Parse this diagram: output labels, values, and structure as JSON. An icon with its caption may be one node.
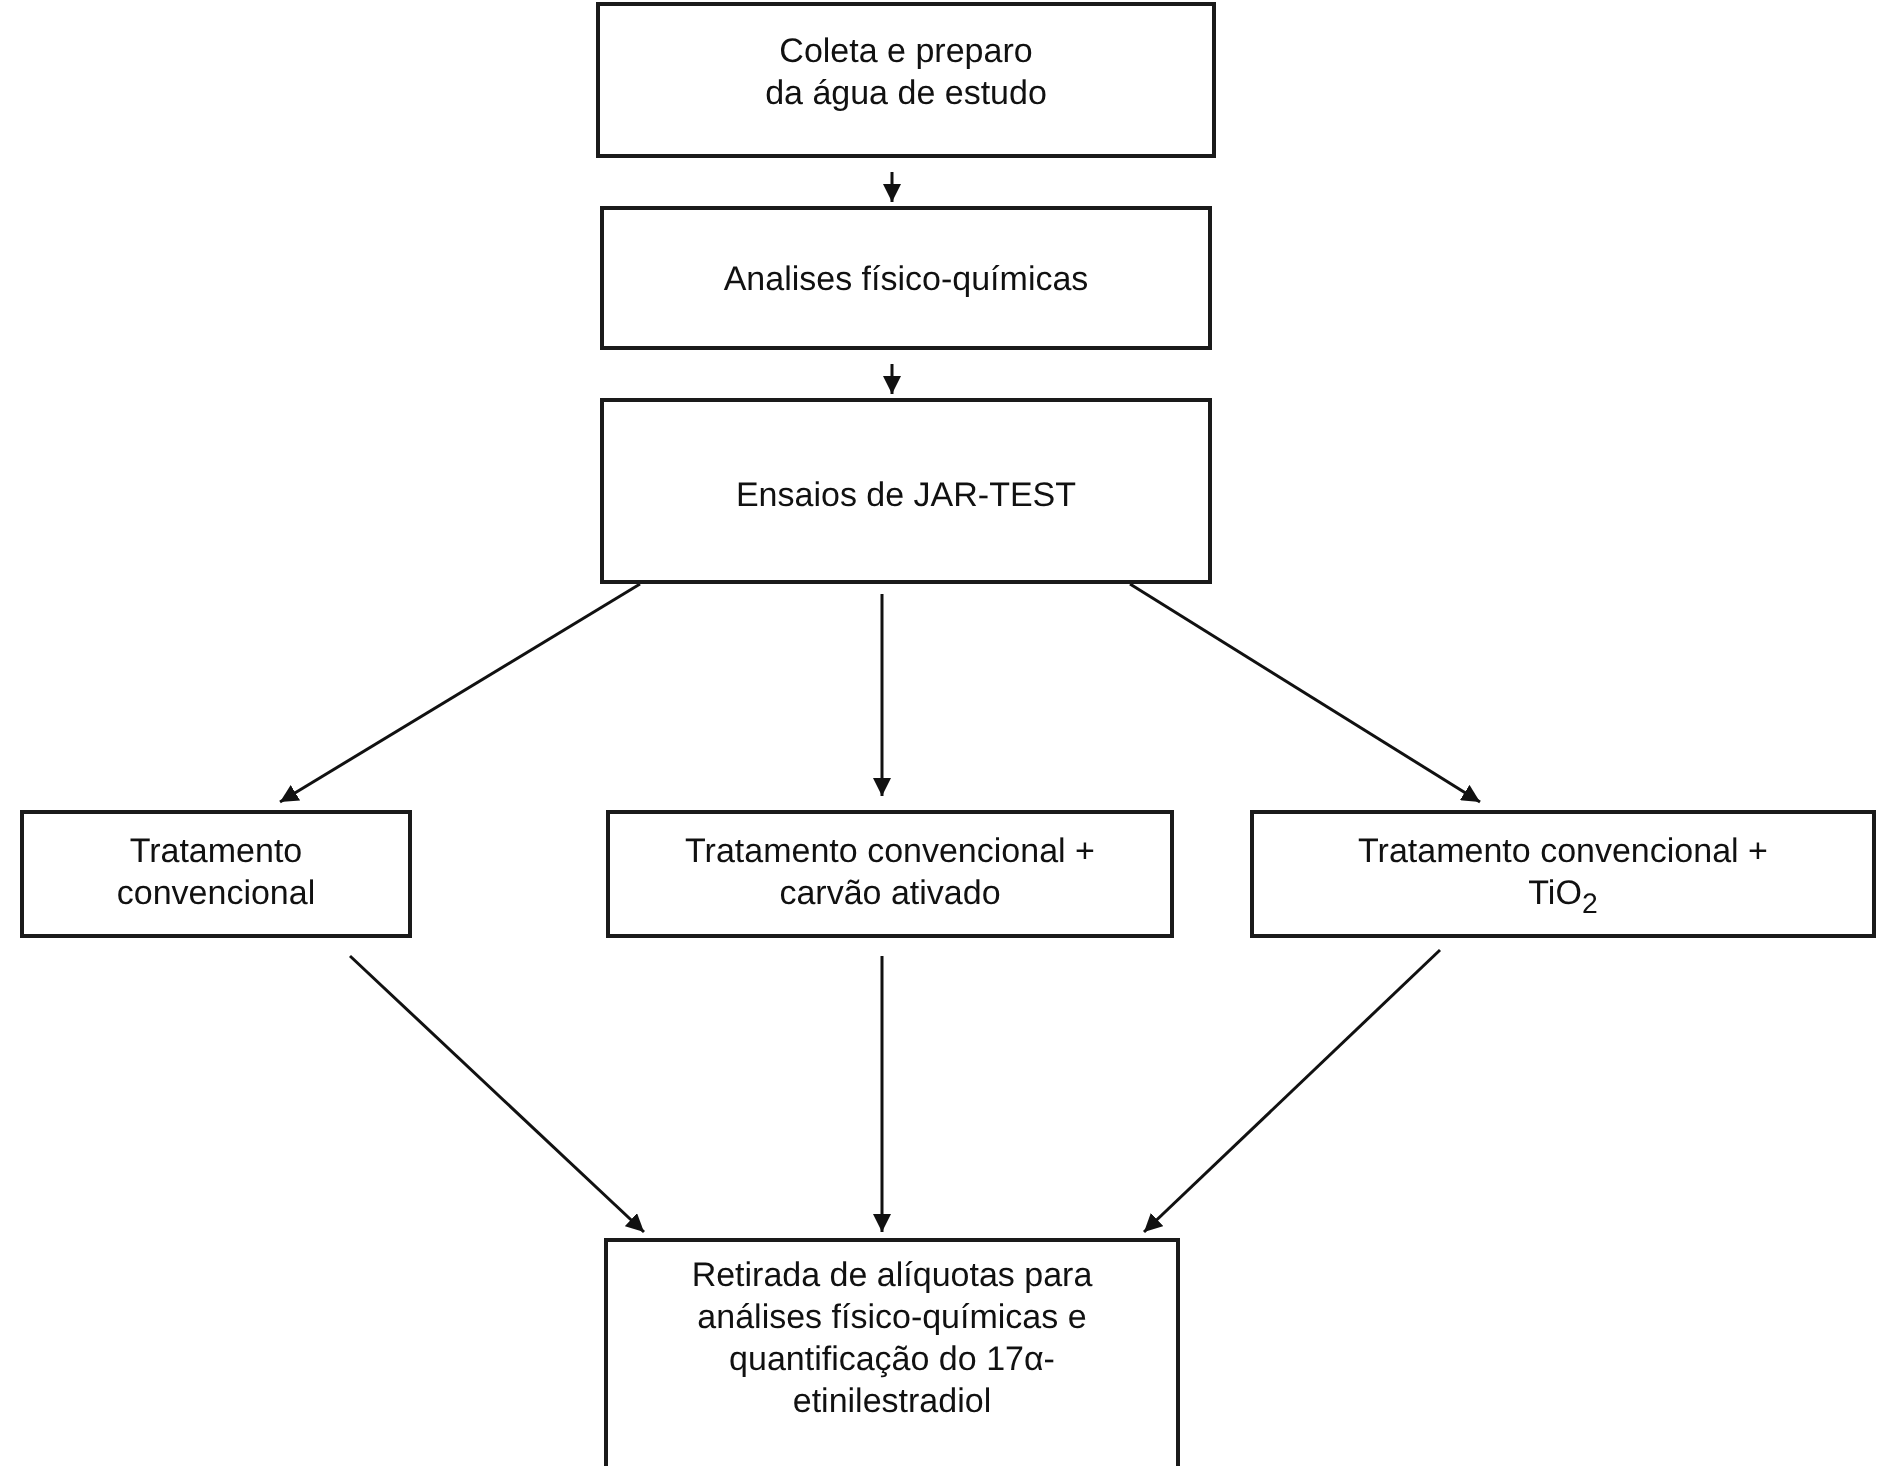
{
  "diagram": {
    "nodes": [
      {
        "text": [
          "Coleta e preparo da água de estudo"
        ]
      },
      {
        "text": [
          "Analises físico-químicas"
        ]
      },
      {
        "text": [
          "Ensaios de JAR-TEST"
        ]
      },
      {
        "text": [
          "Tratamento convencional"
        ]
      },
      {
        "text": [
          "Tratamento convencional + carvão ativado"
        ]
      },
      {
        "text": [
          "Tratamento convencional + TiO$_{2}$"
        ]
      },
      {
        "text": [
          "Retirada de alíquotas para análises físico-químicas e quantificação do 17α-etinilestradiol"
        ]
      }
    ],
    "edges": [
      {
        "from": 0,
        "to": 1,
        "arrow": "to"
      },
      {
        "from": 1,
        "to": 2,
        "arrow": "to"
      },
      {
        "from": 2,
        "to": 3,
        "arrow": "to"
      },
      {
        "from": 2,
        "to": 4,
        "arrow": "to"
      },
      {
        "from": 2,
        "to": 5,
        "arrow": "to"
      },
      {
        "from": 3,
        "to": 6,
        "arrow": "to"
      },
      {
        "from": 4,
        "to": 6,
        "arrow": "to"
      },
      {
        "from": 5,
        "to": 6,
        "arrow": "to"
      }
    ]
  }
}
